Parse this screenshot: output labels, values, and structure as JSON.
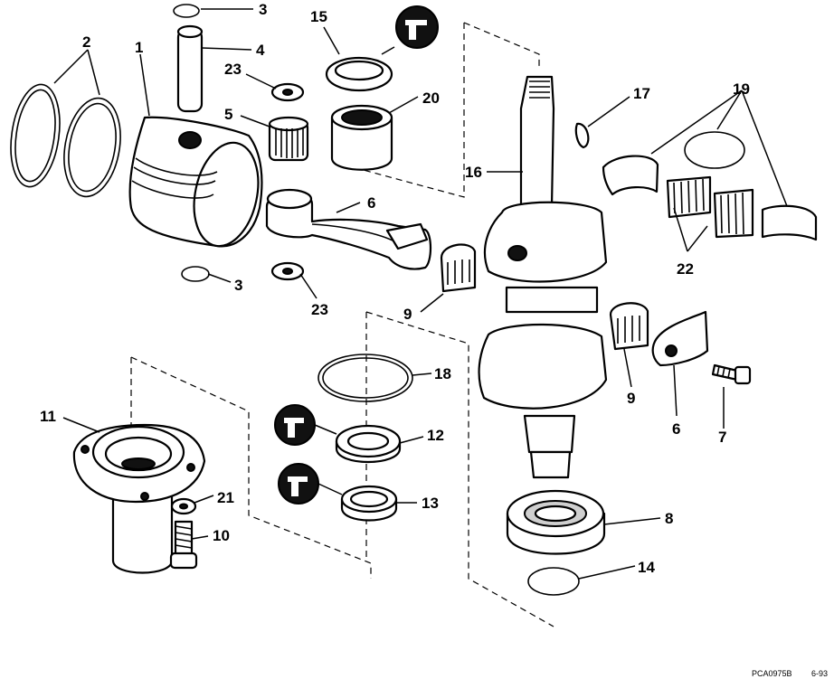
{
  "callouts": {
    "c1": "1",
    "c2": "2",
    "c3a": "3",
    "c3b": "3",
    "c4": "4",
    "c5": "5",
    "c6a": "6",
    "c6b": "6",
    "c7": "7",
    "c8": "8",
    "c9a": "9",
    "c9b": "9",
    "c10": "10",
    "c11": "11",
    "c12": "12",
    "c13": "13",
    "c14": "14",
    "c15": "15",
    "c16": "16",
    "c17": "17",
    "c18": "18",
    "c19": "19",
    "c20": "20",
    "c21": "21",
    "c22": "22",
    "c23a": "23",
    "c23b": "23"
  },
  "footer": {
    "code": "PCA0975B",
    "date": "6-93"
  },
  "icons": [
    "sealant-tube-icon",
    "sealant-tube-icon",
    "sealant-tube-icon"
  ]
}
